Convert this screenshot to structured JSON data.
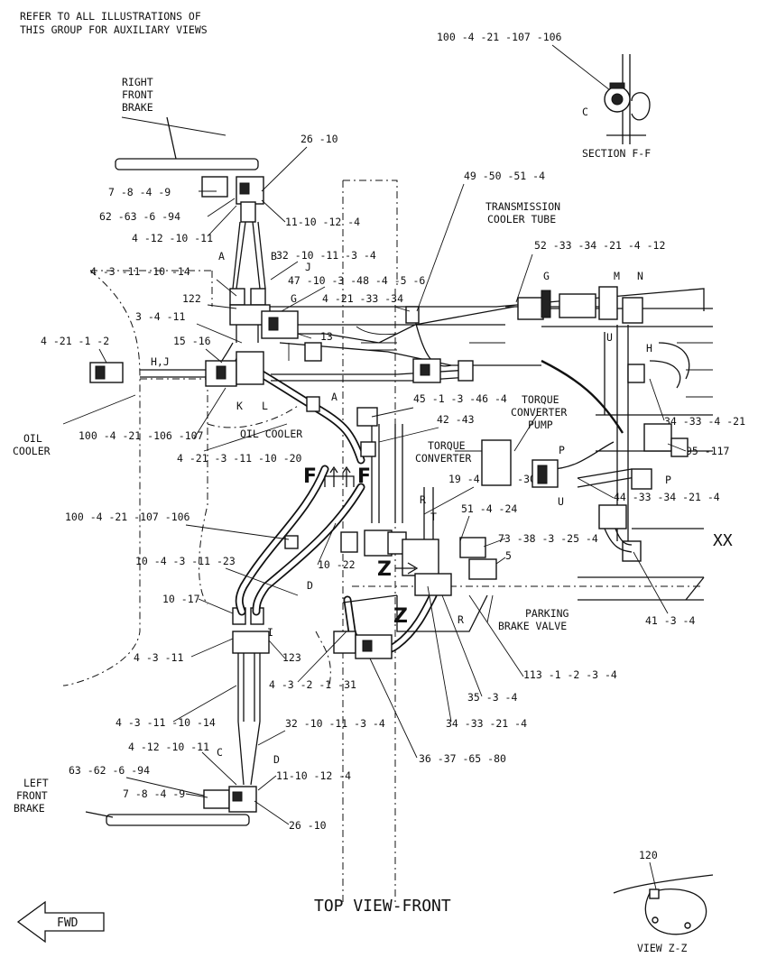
{
  "header_note": [
    "REFER TO ALL ILLUSTRATIONS OF",
    "THIS GROUP FOR AUXILIARY VIEWS"
  ],
  "view_title": "TOP VIEW-FRONT",
  "fwd_label": "FWD",
  "section_label": "SECTION F-F",
  "view_zz_label": "VIEW Z-Z",
  "component_labels": {
    "right_front_brake": [
      "RIGHT",
      "FRONT",
      "BRAKE"
    ],
    "left_front_brake": [
      "LEFT",
      "FRONT",
      "BRAKE"
    ],
    "transmission_cooler_tube": [
      "TRANSMISSION",
      "COOLER TUBE"
    ],
    "torque_converter_pump": [
      "TORQUE",
      "CONVERTER",
      "PUMP"
    ],
    "torque_converter": [
      "TORQUE",
      "CONVERTER"
    ],
    "oil_cooler_left": [
      "OIL",
      "COOLER"
    ],
    "oil_cooler_mid": "OIL COOLER",
    "parking_brake_valve": [
      "PARKING",
      "BRAKE VALVE"
    ],
    "xx": "XX"
  },
  "part_callouts": [
    "100 -4 -21 -107 -106",
    "26 -10",
    "7 -8 -4 -9",
    "62 -63 -6 -94",
    "11-10 -12 -4",
    "4 -12 -10 -11",
    "49 -50 -51 -4",
    "32 -10 -11 -3 -4",
    "4 -3 -11 -10 -14",
    "47 -10 -3 -48 -4 -5 -6",
    "52 -33 -34 -21 -4 -12",
    "122",
    "4 -21 -33 -34",
    "3 -4 -11",
    "13",
    "4 -21 -1 -2",
    "15 -16",
    "45 -1 -3 -46 -4",
    "42 -43",
    "34 -33 -4 -21",
    "100 -4 -21 -106 -107",
    "4 -21 -3 -11 -10 -20",
    "95 -117",
    "19 -4 -100 -30",
    "44 -33 -34 -21 -4",
    "100 -4 -21 -107 -106",
    "51 -4 -24",
    "73 -38 -3 -25 -4",
    "5",
    "10 -4 -3 -11 -23",
    "10 -22",
    "10 -17",
    "41 -3 -4",
    "4 -3 -11",
    "123",
    "113 -1 -2 -3 -4",
    "4 -3 -2 -1 -31",
    "35 -3 -4",
    "4 -3 -11 -10 -14",
    "32 -10 -11 -3 -4",
    "34 -33 -21 -4",
    "4 -12 -10 -11",
    "63 -62 -6 -94",
    "11-10 -12 -4",
    "36 -37 -65 -80",
    "7 -8 -4 -9",
    "26 -10",
    "120"
  ],
  "letter_tags": [
    "C",
    "A",
    "B",
    "G",
    "M",
    "N",
    "H,J",
    "K",
    "L",
    "G",
    "U",
    "H",
    "A",
    "F",
    "F",
    "R",
    "T",
    "P",
    "P",
    "U",
    "D",
    "Z",
    "Z",
    "R",
    "C",
    "D",
    "J",
    "I"
  ]
}
